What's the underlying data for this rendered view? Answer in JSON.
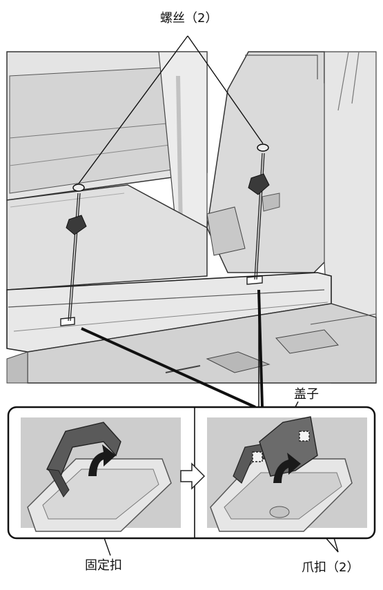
{
  "labels": {
    "screws": "螺丝（2）",
    "cover": "盖子",
    "fastener": "固定扣",
    "claws": "爪扣（2）"
  },
  "colors": {
    "line": "#111111",
    "trim_light": "#dedede",
    "trim_mid": "#bdbdbd",
    "trim_dark": "#8c8c8c",
    "inset_bg": "#cfcfcf",
    "handle": "#5a5a5a"
  }
}
